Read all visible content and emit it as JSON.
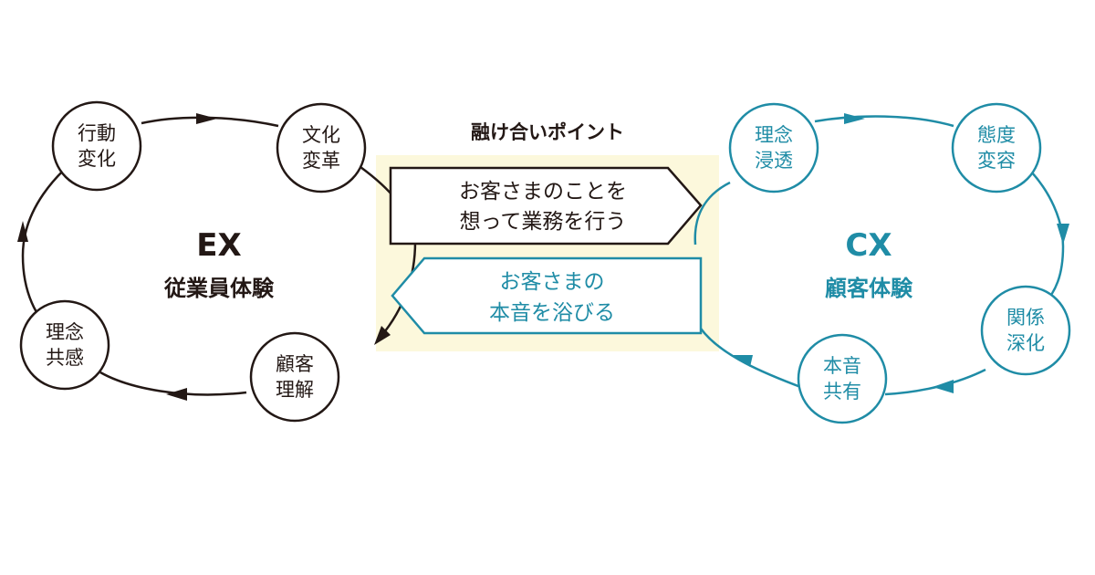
{
  "fusion_point": {
    "title": "融け合いポイント",
    "arrow_right": {
      "line1": "お客さまのことを",
      "line2": "想って業務を行う"
    },
    "arrow_left": {
      "line1": "お客さまの",
      "line2": "本音を浴びる"
    }
  },
  "ex": {
    "label": "EX",
    "sublabel": "従業員体験",
    "color": "#231815",
    "nodes": [
      {
        "id": "action-change",
        "line1": "行動",
        "line2": "変化"
      },
      {
        "id": "culture-reform",
        "line1": "文化",
        "line2": "変革"
      },
      {
        "id": "customer-understanding",
        "line1": "顧客",
        "line2": "理解"
      },
      {
        "id": "philosophy-empathy",
        "line1": "理念",
        "line2": "共感"
      }
    ]
  },
  "cx": {
    "label": "CX",
    "sublabel": "顧客体験",
    "color": "#1f8ca6",
    "nodes": [
      {
        "id": "philosophy-penetration",
        "line1": "理念",
        "line2": "浸透"
      },
      {
        "id": "attitude-change",
        "line1": "態度",
        "line2": "変容"
      },
      {
        "id": "relationship-deepening",
        "line1": "関係",
        "line2": "深化"
      },
      {
        "id": "true-voice-sharing",
        "line1": "本音",
        "line2": "共有"
      }
    ]
  },
  "colors": {
    "fusion_background": "#fcf8dc",
    "ex": "#231815",
    "cx": "#1f8ca6"
  }
}
